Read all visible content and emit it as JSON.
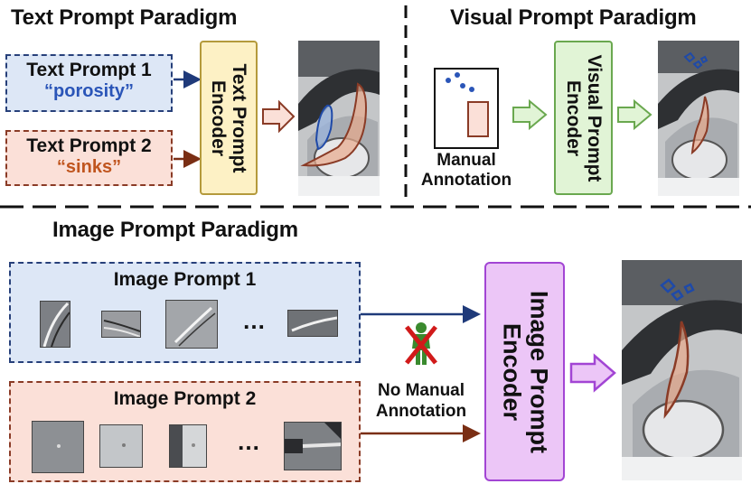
{
  "text_paradigm": {
    "title": "Text Prompt Paradigm",
    "prompt1_label": "Text Prompt 1",
    "prompt1_value": "“porosity”",
    "prompt2_label": "Text Prompt 2",
    "prompt2_value": "“sinks”",
    "encoder_line1": "Text Prompt",
    "encoder_line2": "Encoder"
  },
  "visual_paradigm": {
    "title": "Visual Prompt Paradigm",
    "annotation_line1": "Manual",
    "annotation_line2": "Annotation",
    "encoder_line1": "Visual Prompt",
    "encoder_line2": "Encoder"
  },
  "image_paradigm": {
    "title": "Image Prompt Paradigm",
    "prompt1_label": "Image Prompt 1",
    "prompt2_label": "Image Prompt 2",
    "ellipsis": "…",
    "no_annotation_line1": "No Manual",
    "no_annotation_line2": "Annotation",
    "encoder_line1": "Image Prompt",
    "encoder_line2": "Encoder"
  },
  "colors": {
    "blue_prompt": "#dde7f6",
    "red_prompt": "#fbe0d8",
    "text_encoder": "#fdf1c5",
    "visual_encoder": "#e1f4d6",
    "image_encoder": "#ecc6f7",
    "blue_arrow": "#1f3a7a",
    "red_arrow": "#7a2e14",
    "green_arrow": "#6aa84f",
    "purple_arrow": "#a245d4"
  }
}
